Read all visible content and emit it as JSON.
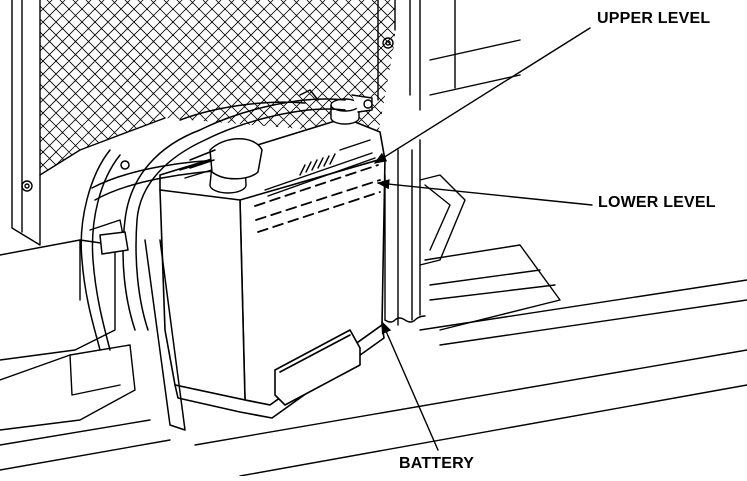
{
  "diagram": {
    "labels": {
      "upper_level": "UPPER LEVEL",
      "lower_level": "LOWER LEVEL",
      "battery": "BATTERY"
    },
    "colors": {
      "ink": "#000000",
      "paper": "#ffffff"
    }
  }
}
